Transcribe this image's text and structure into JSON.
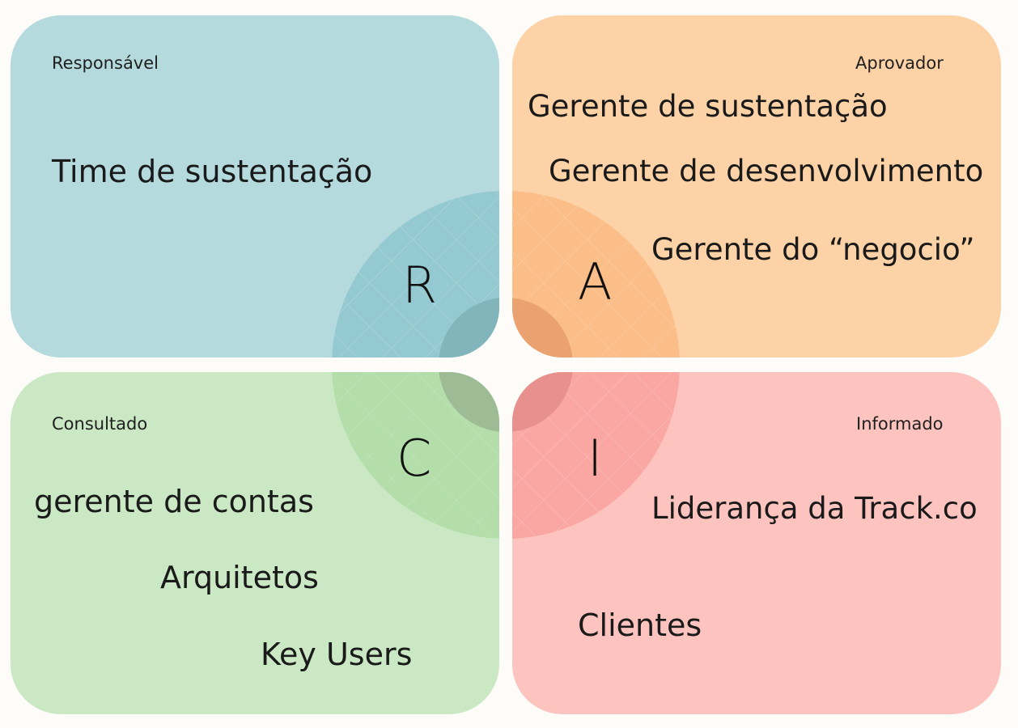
{
  "colors": {
    "background": "#fdfcf9",
    "responsavel": "#b4dade",
    "aprovador": "#fdd2a6",
    "consultado": "#cbe8c4",
    "informado": "#fdc3be"
  },
  "quadrants": {
    "r": {
      "heading": "Responsável",
      "letter": "R",
      "items": [
        "Time de sustentação"
      ]
    },
    "a": {
      "heading": "Aprovador",
      "letter": "A",
      "items": [
        "Gerente de sustentação",
        "Gerente de desenvolvimento",
        "Gerente do “negocio”"
      ]
    },
    "c": {
      "heading": "Consultado",
      "letter": "C",
      "items": [
        "gerente de contas",
        "Arquitetos",
        "Key Users"
      ]
    },
    "i": {
      "heading": "Informado",
      "letter": "I",
      "items": [
        "Liderança da Track.co",
        "Clientes"
      ]
    }
  }
}
